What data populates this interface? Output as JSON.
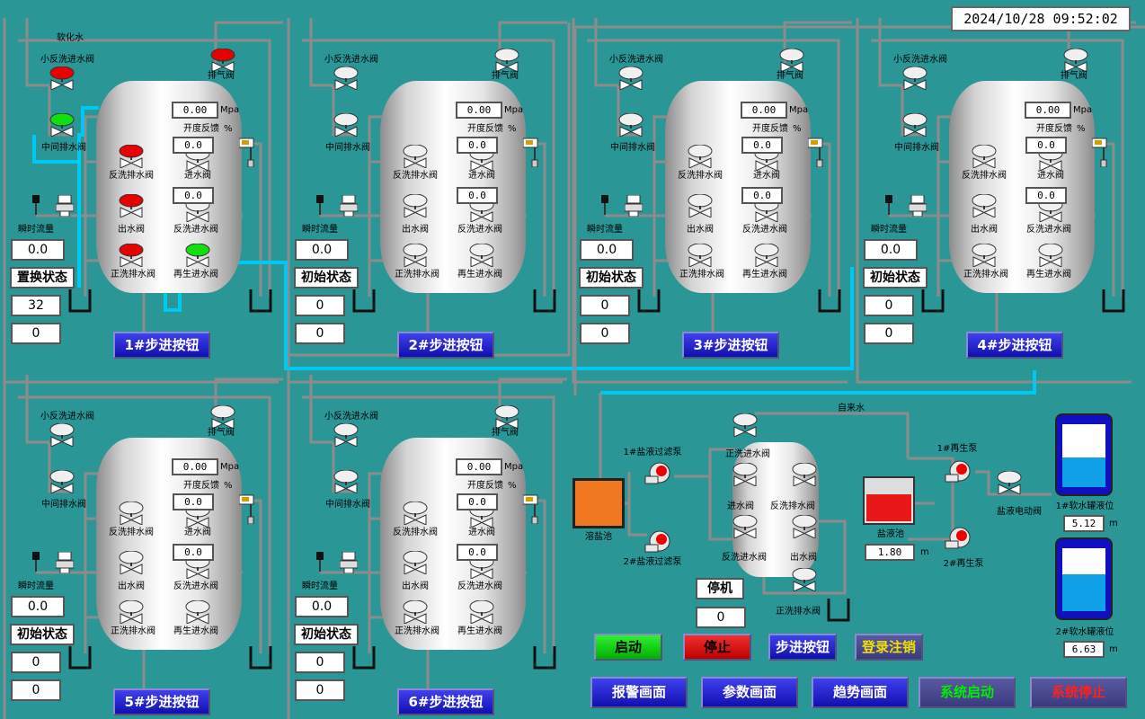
{
  "datetime": "2024/10/28 09:52:02",
  "header_label": "软化水",
  "tap_water_label": "自来水",
  "labels": {
    "small_backwash_inlet": "小反洗进水阀",
    "exhaust": "排气阀",
    "mid_drain": "中间排水阀",
    "backwash_drain": "反洗排水阀",
    "inlet": "进水阀",
    "outlet": "出水阀",
    "backwash_inlet": "反洗进水阀",
    "rinse_drain": "正洗排水阀",
    "regen_inlet": "再生进水阀",
    "opening_feedback": "开度反馈",
    "percent": "%",
    "mpa": "Mpa",
    "inst_flow": "瞬时流量"
  },
  "units": [
    {
      "id": 1,
      "pressure": "0.00",
      "opening": "0.0",
      "val3": "0.0",
      "flow": "0.0",
      "state": "置换状态",
      "count1": "32",
      "count2": "0",
      "step_label": "1#步进按钮"
    },
    {
      "id": 2,
      "pressure": "0.00",
      "opening": "0.0",
      "val3": "0.0",
      "flow": "0.0",
      "state": "初始状态",
      "count1": "0",
      "count2": "0",
      "step_label": "2#步进按钮"
    },
    {
      "id": 3,
      "pressure": "0.00",
      "opening": "0.0",
      "val3": "0.0",
      "flow": "0.0",
      "state": "初始状态",
      "count1": "0",
      "count2": "0",
      "step_label": "3#步进按钮"
    },
    {
      "id": 4,
      "pressure": "0.00",
      "opening": "0.0",
      "val3": "0.0",
      "flow": "0.0",
      "state": "初始状态",
      "count1": "0",
      "count2": "0",
      "step_label": "4#步进按钮"
    },
    {
      "id": 5,
      "pressure": "0.00",
      "opening": "0.0",
      "val3": "0.0",
      "flow": "0.0",
      "state": "初始状态",
      "count1": "0",
      "count2": "0",
      "step_label": "5#步进按钮"
    },
    {
      "id": 6,
      "pressure": "0.00",
      "opening": "0.0",
      "val3": "0.0",
      "flow": "0.0",
      "state": "初始状态",
      "count1": "0",
      "count2": "0",
      "step_label": "6#步进按钮"
    }
  ],
  "brine": {
    "dissolve_tank": "溶盐池",
    "pump1": "1#盐液过滤泵",
    "pump2": "2#盐液过滤泵",
    "salt_tank": "盐液池",
    "salt_level": "1.80",
    "salt_unit": "m",
    "regen_pump1": "1#再生泵",
    "regen_pump2": "2#再生泵",
    "brine_valve": "盐液电动阀",
    "tank1_label": "1#软水罐液位",
    "tank1_level": "5.12",
    "tank2_label": "2#软水罐液位",
    "tank2_level": "6.63",
    "tank_unit": "m",
    "mini_rinse_inlet": "正洗进水阀",
    "mini_inlet": "进水阀",
    "mini_backwash_drain": "反洗排水阀",
    "mini_backwash_inlet": "反洗进水阀",
    "mini_outlet": "出水阀",
    "mini_rinse_drain": "正洗排水阀",
    "status": "停机",
    "counter": "0"
  },
  "controls": {
    "start": "启动",
    "stop": "停止",
    "step": "步进按钮",
    "login": "登录注销",
    "alarm": "报警画面",
    "params": "参数画面",
    "trend": "趋势画面",
    "sys_start": "系统启动",
    "sys_stop": "系统停止"
  },
  "colors": {
    "bg": "#2a9695",
    "pipe": "#8c8c8c",
    "flow": "#00c8f0",
    "valve_open": "#10e010",
    "valve_closed": "#e80000",
    "valve_idle": "#f0f0f0"
  }
}
